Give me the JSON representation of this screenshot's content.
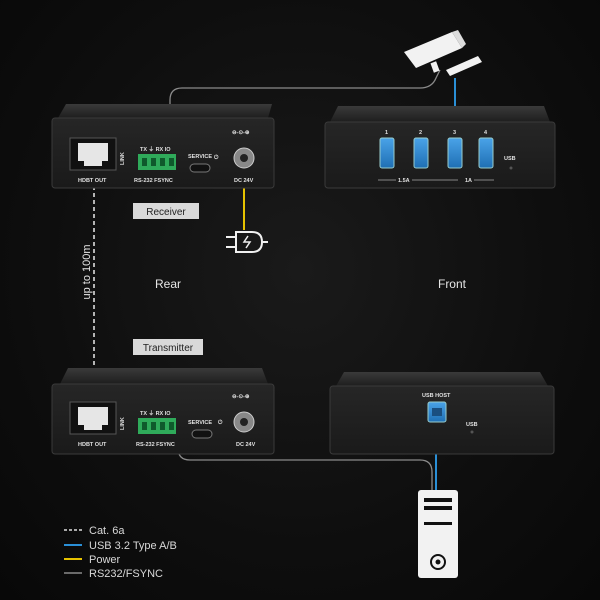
{
  "labels": {
    "receiver": "Receiver",
    "transmitter": "Transmitter",
    "rear": "Rear",
    "front": "Front",
    "distance": "up to 100m"
  },
  "ports": {
    "hdbt_out": "HDBT OUT",
    "link": "LINK",
    "tx_rx": "TX ⏚ RX IO",
    "rs232": "RS-232 FSYNC",
    "service": "SERVICE",
    "dc_polarity": "⊖-⊙-⊕",
    "dc": "DC 24V",
    "usb_nums": [
      "1",
      "2",
      "3",
      "4"
    ],
    "usb": "USB",
    "current_left": "1.5A",
    "current_right": "1A",
    "usb_host": "USB HOST"
  },
  "legend": [
    {
      "label": "Cat. 6a",
      "color": "#dddddd",
      "style": "dashed"
    },
    {
      "label": "USB 3.2 Type A/B",
      "color": "#2a8fd6",
      "style": "solid"
    },
    {
      "label": "Power",
      "color": "#e6c200",
      "style": "solid"
    },
    {
      "label": "RS232/FSYNC",
      "color": "#8a8a8a",
      "style": "solid"
    }
  ],
  "colors": {
    "cat6": "#dddddd",
    "usb": "#2a8fd6",
    "power": "#e6c200",
    "rs232": "#8a8a8a",
    "box": "#232323",
    "terminal": "#2faa5a"
  },
  "icons": [
    "camera-icon",
    "power-plug-icon",
    "computer-tower-icon"
  ]
}
